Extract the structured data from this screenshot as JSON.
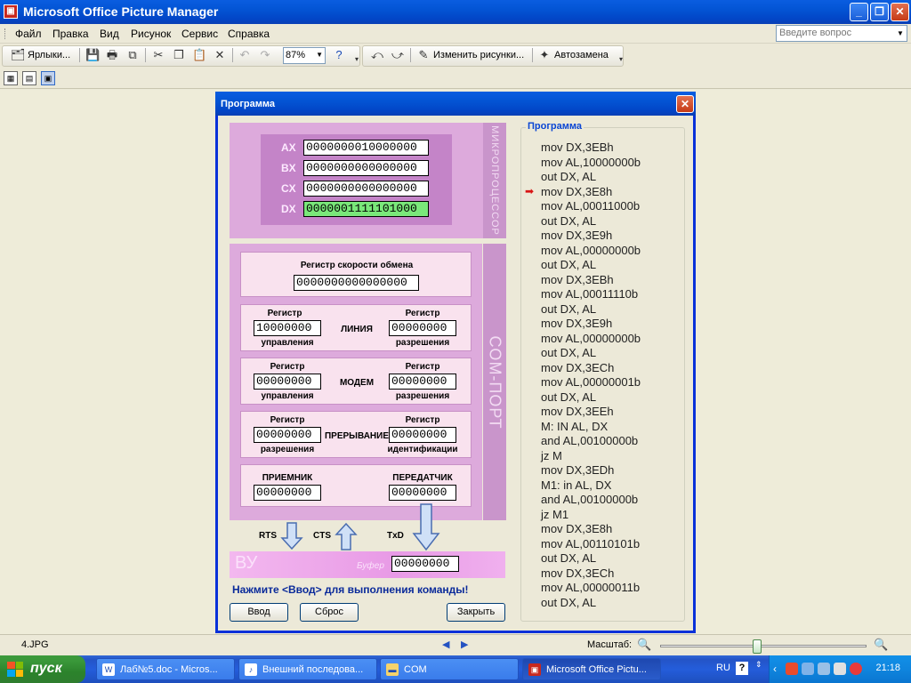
{
  "window": {
    "title": "Microsoft Office Picture Manager",
    "minimize": "_",
    "maximize": "❐",
    "close": "✕"
  },
  "menu": {
    "items": [
      "Файл",
      "Правка",
      "Вид",
      "Рисунок",
      "Сервис",
      "Справка"
    ],
    "help_placeholder": "Введите вопрос"
  },
  "toolbar": {
    "shortcuts_label": "Ярлыки...",
    "zoom_value": "87%",
    "edit_pictures_label": "Изменить рисунки...",
    "autocorrect_label": "Автозамена"
  },
  "dialog": {
    "title": "Программа",
    "cpu_side_label": "МИКРОПРОЦЕССОР",
    "com_side_label": "COM-ПОРТ",
    "registers": [
      {
        "name": "AX",
        "value": "0000000010000000",
        "highlight": false
      },
      {
        "name": "BX",
        "value": "0000000000000000",
        "highlight": false
      },
      {
        "name": "CX",
        "value": "0000000000000000",
        "highlight": false
      },
      {
        "name": "DX",
        "value": "0000001111101000",
        "highlight": true
      }
    ],
    "baud": {
      "label": "Регистр скорости обмена",
      "value": "0000000000000000"
    },
    "line": {
      "left_top": "Регистр",
      "left_bottom": "управления",
      "left_value": "10000000",
      "center": "ЛИНИЯ",
      "right_top": "Регистр",
      "right_bottom": "разрешения",
      "right_value": "00000000"
    },
    "modem": {
      "left_top": "Регистр",
      "left_bottom": "управления",
      "left_value": "00000000",
      "center": "МОДЕМ",
      "right_top": "Регистр",
      "right_bottom": "разрешения",
      "right_value": "00000000"
    },
    "interrupt": {
      "left_top": "Регистр",
      "left_bottom": "разрешения",
      "left_value": "00000000",
      "center": "ПРЕРЫВАНИЕ",
      "right_top": "Регистр",
      "right_bottom": "идентификации",
      "right_value": "00000000"
    },
    "rxtx": {
      "rx_label": "ПРИЕМНИК",
      "rx_value": "00000000",
      "tx_label": "ПЕРЕДАТЧИК",
      "tx_value": "00000000"
    },
    "signals": {
      "rts": "RTS",
      "cts": "CTS",
      "txd": "TxD"
    },
    "device": {
      "label": "ВУ",
      "buffer_label": "Буфер",
      "buffer_value": "00000000"
    },
    "hint": "Нажмите <Ввод> для выполнения команды!",
    "buttons": {
      "enter": "Ввод",
      "reset": "Сброс",
      "close": "Закрыть"
    },
    "program_caption": "Программа",
    "program_lines": [
      "mov DX,3EBh",
      "mov AL,10000000b",
      "out DX, AL",
      "mov DX,3E8h",
      "mov AL,00011000b",
      "out DX, AL",
      "mov DX,3E9h",
      "mov AL,00000000b",
      "out DX, AL",
      "mov DX,3EBh",
      "mov AL,00011110b",
      "out DX, AL",
      "mov DX,3E9h",
      "mov AL,00000000b",
      "out DX, AL",
      "mov DX,3ECh",
      "mov AL,00000001b",
      "out DX, AL",
      "mov DX,3EEh",
      "M: IN AL, DX",
      "and AL,00100000b",
      "jz M",
      "mov DX,3EDh",
      "M1: in AL, DX",
      "and AL,00100000b",
      "jz M1",
      "mov DX,3E8h",
      "mov AL,00110101b",
      "out DX, AL",
      "mov DX,3ECh",
      "mov AL,00000011b",
      "out DX, AL"
    ],
    "current_line": 3
  },
  "statusbar": {
    "filename": "4.JPG",
    "zoom_label": "Масштаб:",
    "zoom_level": 0.47
  },
  "taskbar": {
    "start_label": "пуск",
    "tasks": [
      {
        "label": "Лаб№5.doc - Micros...",
        "active": false
      },
      {
        "label": "Внешний последова...",
        "active": false
      },
      {
        "label": "COM",
        "active": false
      },
      {
        "label": "Microsoft Office Pictu...",
        "active": true
      }
    ],
    "lang": "RU",
    "clock": "21:18"
  }
}
